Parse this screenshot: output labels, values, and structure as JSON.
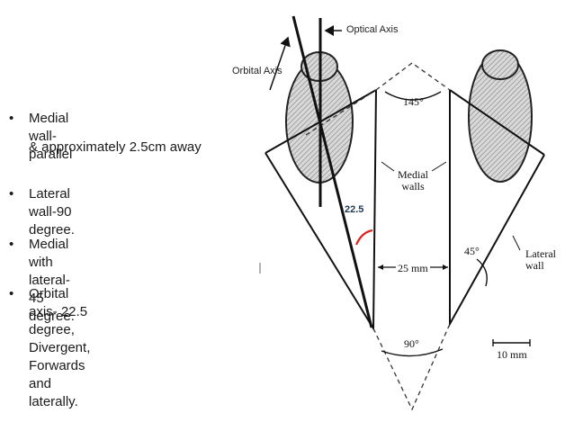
{
  "bullets": {
    "b1": "Medial wall- parallel",
    "b1_sub": "& approximately 2.5cm away",
    "b2": "Lateral wall-90 degree.",
    "b3": "Medial with lateral- 45 degree.",
    "b4": "Orbital axis- 22.5 degree,\nDivergent,  Forwards and\nlaterally."
  },
  "bullet_glyph": "•",
  "diagram": {
    "optical_axis": "Optical Axis",
    "orbital_axis": "Orbital Axis",
    "angle_top": "145°",
    "medial_walls": "Medial\nwalls",
    "angle_orbital": "22.5",
    "angle_lateral": "45°",
    "lateral_wall": "Lateral\nwall",
    "distance": "25 mm",
    "angle_bottom": "90°",
    "scale": "10 mm"
  },
  "colors": {
    "angle_arc": "#e0201c",
    "angle_label": "#1f3a54",
    "text": "#1a1a1a"
  }
}
